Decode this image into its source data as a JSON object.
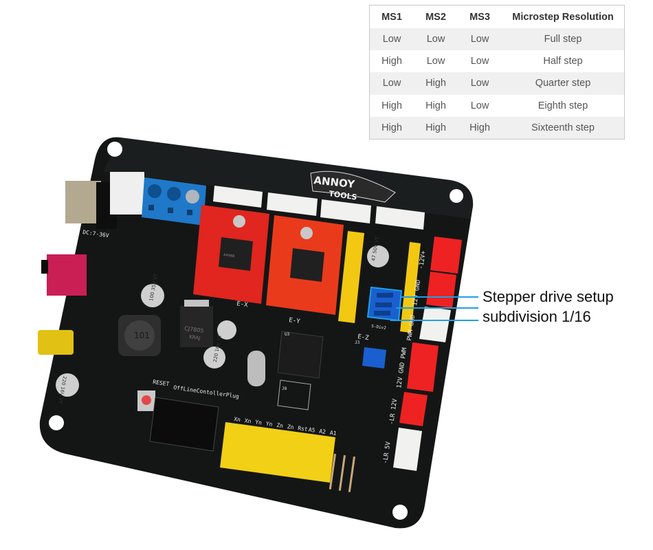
{
  "table": {
    "headers": [
      "MS1",
      "MS2",
      "MS3",
      "Microstep Resolution"
    ],
    "rows": [
      [
        "Low",
        "Low",
        "Low",
        "Full step"
      ],
      [
        "High",
        "Low",
        "Low",
        "Half step"
      ],
      [
        "Low",
        "High",
        "Low",
        "Quarter step"
      ],
      [
        "High",
        "High",
        "Low",
        "Eighth step"
      ],
      [
        "High",
        "High",
        "High",
        "Sixteenth step"
      ]
    ]
  },
  "annotation": {
    "line1": "Stepper drive setup",
    "line2": "subdivision 1/16",
    "color": "#1ea0e6"
  },
  "board": {
    "logo_top": "ANNOY",
    "logo_bottom": "TOOLS",
    "silkscreen": {
      "power": "DC:7-36V",
      "reset": "RESET",
      "offline_plug": "OffLineContollerPlug",
      "axis_x": "E-X",
      "axis_y": "E-Y",
      "axis_z": "E-Z",
      "regulator": "CJ7805",
      "regulator_sub": "KRAJ",
      "inductor": "101",
      "cap1": "100 35V VT",
      "cap2": "220 16V VT",
      "cap3": "47 50V VT",
      "cap4": "220 16V VT",
      "header_pins": [
        "Xn",
        "Xn",
        "Yn",
        "Yn",
        "Zn",
        "Zn",
        "Rst",
        "A5",
        "A2",
        "A1"
      ],
      "conn_12v_plus": "-12V+",
      "conn_12v_gnd": "12V GND",
      "conn_pwm_gnd": "PWM GND",
      "conn_12v_gnd_pwm": "12V GND PWM",
      "conn_lr_12v": "-LR 12V",
      "conn_lr_5v": "-LR 5V",
      "jumper_label": "S-Div2",
      "j_label": "J3",
      "j8_label": "J8",
      "driver_chip": "A4988",
      "u_label": "U3"
    },
    "colors": {
      "pcb": "#141616",
      "driver": "#e0261e",
      "header_yellow": "#f2c813",
      "jumper_blue": "#1a5fcf",
      "terminal_blue": "#1f78c8",
      "connector_red": "#ee2222",
      "connector_white": "#f1f1ef"
    }
  }
}
